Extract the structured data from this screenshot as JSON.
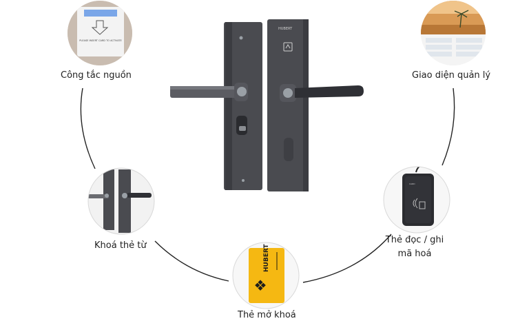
{
  "diagram": {
    "components": [
      {
        "id": "power-switch",
        "label": "Công tắc nguồn",
        "card_text": "PLEASE INSERT CARD TO ACTIVATE"
      },
      {
        "id": "management",
        "label": "Giao diện quản lý"
      },
      {
        "id": "magnetic-lock",
        "label": "Khoá thẻ từ"
      },
      {
        "id": "encoder",
        "label": "Thẻ đọc / ghi mã hoá"
      },
      {
        "id": "key-card",
        "label": "Thẻ mở khoá",
        "brand": "HUBERT"
      }
    ],
    "lock_brand": "HUBERT"
  },
  "colors": {
    "lock_body": "#4a4b50",
    "lock_dark": "#2f3035",
    "handle": "#3a3b40",
    "card_yellow": "#f5b812",
    "ring_line": "#222222",
    "circle_border": "#d8d8d8"
  }
}
